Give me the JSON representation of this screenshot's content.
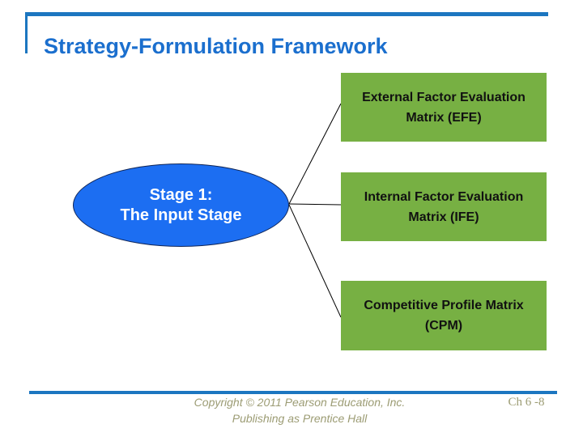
{
  "slide": {
    "title": "Strategy-Formulation Framework",
    "diagram": {
      "stage_ellipse": {
        "label": "Stage 1:\nThe Input Stage"
      },
      "boxes": [
        {
          "id": "efe",
          "label": "External Factor Evaluation\nMatrix (EFE)"
        },
        {
          "id": "ife",
          "label": "Internal Factor Evaluation\nMatrix (IFE)"
        },
        {
          "id": "cpm",
          "label": "Competitive Profile Matrix\n(CPM)"
        }
      ]
    },
    "footer": {
      "copyright": "Copyright © 2011 Pearson Education, Inc.\nPublishing as Prentice Hall",
      "chapter": "Ch 6 -8"
    },
    "colors": {
      "title_text": "#1b6fce",
      "rule_blue": "#1c76c0",
      "ellipse_fill": "#1c6ef2",
      "ellipse_border": "#0f2557",
      "box_green": "#77b043",
      "footer_text": "#9c9c74",
      "connector": "#000000"
    }
  }
}
